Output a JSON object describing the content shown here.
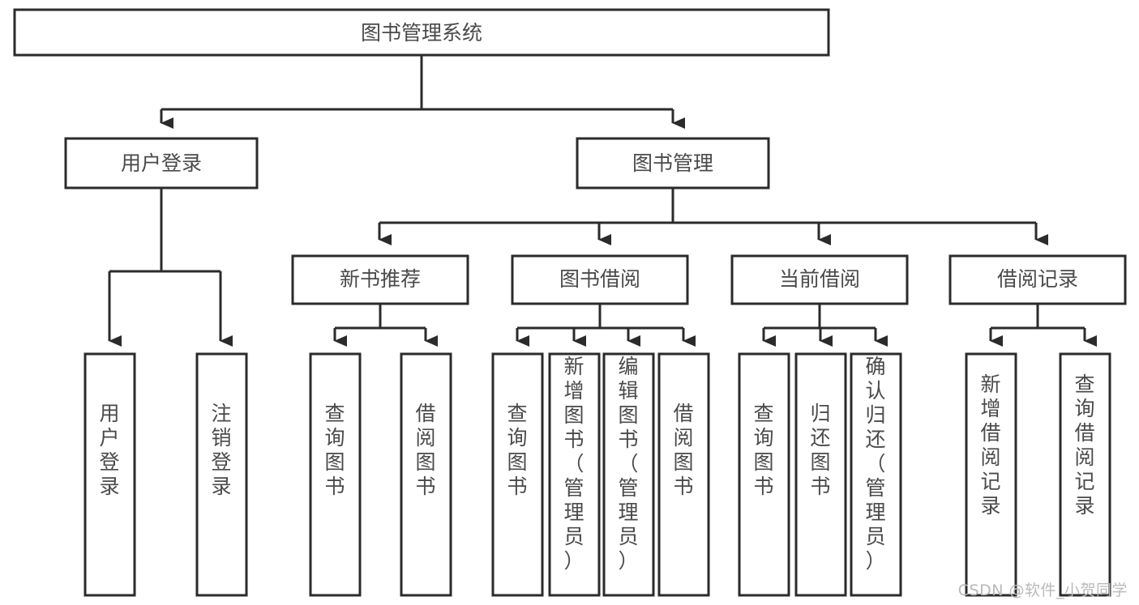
{
  "diagram": {
    "title": "图书管理系统",
    "type": "tree-hierarchy",
    "orientation": "top-down",
    "colors": {
      "background": "#ffffff",
      "box_fill": "#ffffff",
      "box_stroke": "#2b2b2b",
      "text": "#4a4a4a",
      "connector": "#2b2b2b",
      "watermark": "#b9b9b9"
    },
    "root": {
      "label": "图书管理系统",
      "name": "node-root-library-system"
    },
    "level2": [
      {
        "label": "用户登录",
        "name": "node-user-login"
      },
      {
        "label": "图书管理",
        "name": "node-book-management"
      }
    ],
    "level3": [
      {
        "label": "新书推荐",
        "name": "node-new-book-recommend"
      },
      {
        "label": "图书借阅",
        "name": "node-book-borrow"
      },
      {
        "label": "当前借阅",
        "name": "node-current-borrow"
      },
      {
        "label": "借阅记录",
        "name": "node-borrow-record"
      }
    ],
    "leaves": {
      "user_login": [
        {
          "label": "用户登录",
          "name": "leaf-user-login"
        },
        {
          "label": "注销登录",
          "name": "leaf-user-logout"
        }
      ],
      "new_book_recommend": [
        {
          "label": "查询图书",
          "name": "leaf-query-book-recommend"
        },
        {
          "label": "借阅图书",
          "name": "leaf-borrow-book-recommend"
        }
      ],
      "book_borrow": [
        {
          "label": "查询图书",
          "name": "leaf-query-book-borrow"
        },
        {
          "label": "新增图书（管理员）",
          "name": "leaf-add-book-admin"
        },
        {
          "label": "编辑图书（管理员）",
          "name": "leaf-edit-book-admin"
        },
        {
          "label": "借阅图书",
          "name": "leaf-borrow-book"
        }
      ],
      "current_borrow": [
        {
          "label": "查询图书",
          "name": "leaf-query-book-current"
        },
        {
          "label": "归还图书",
          "name": "leaf-return-book"
        },
        {
          "label": "确认归还（管理员）",
          "name": "leaf-confirm-return-admin"
        }
      ],
      "borrow_record": [
        {
          "label": "新增借阅记录",
          "name": "leaf-add-borrow-record"
        },
        {
          "label": "查询借阅记录",
          "name": "leaf-query-borrow-record"
        }
      ]
    },
    "watermark": "CSDN @软件_小贺同学"
  }
}
